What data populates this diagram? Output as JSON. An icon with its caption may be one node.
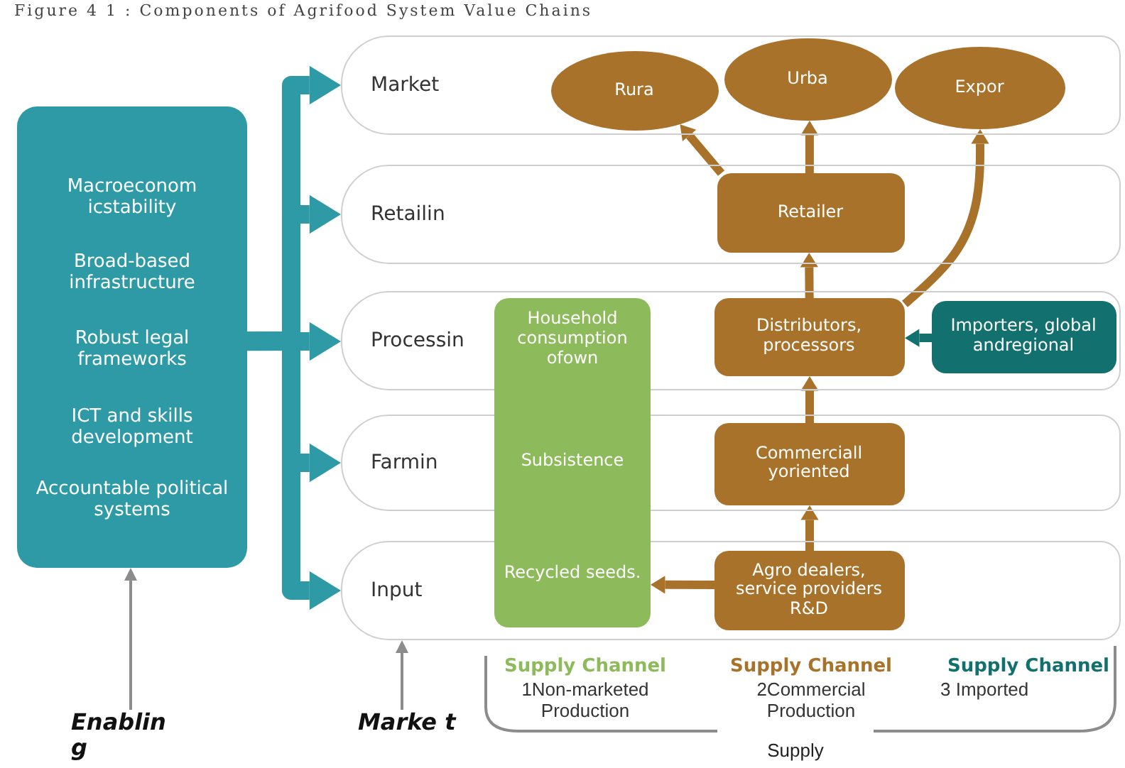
{
  "diagram": {
    "title": "Figure 4 1 : Components of Agrifood System Value Chains",
    "nodes": [
      {
        "text": [
          "Macroeconom icstability",
          "Broad-based infrastructure",
          "Robust legal frameworks",
          "ICT and skills development",
          "Accountable political systems"
        ]
      },
      {
        "text": [
          "Market"
        ]
      },
      {
        "text": [
          "Retailin"
        ]
      },
      {
        "text": [
          "Processin"
        ]
      },
      {
        "text": [
          "Farmin"
        ]
      },
      {
        "text": [
          "Input"
        ]
      },
      {
        "text": [
          "Rura"
        ],
        "in": 1
      },
      {
        "text": [
          "Urba"
        ],
        "in": 1
      },
      {
        "text": [
          "Expor"
        ],
        "in": 1
      },
      {
        "text": [
          "Retailer"
        ],
        "in": 2
      },
      {
        "text": [
          "Distributors, processors"
        ],
        "in": 3
      },
      {
        "text": [
          "Importers, global andregional"
        ],
        "in": 3
      },
      {
        "text": [
          "Commerciall yoriented"
        ],
        "in": 4
      },
      {
        "text": [
          "Agro dealers, service providers R&D"
        ],
        "in": 5
      },
      {
        "text": [
          "Household consumption ofown",
          "Subsistence",
          "Recycled seeds."
        ]
      },
      {
        "text": [
          "Enablin g"
        ]
      },
      {
        "text": [
          "Marke t"
        ]
      }
    ],
    "edges": [
      {
        "from": 0,
        "to": 1,
        "arrow": "to",
        "style": "thick",
        "color": "#2e9aa5"
      },
      {
        "from": 0,
        "to": 2,
        "arrow": "to",
        "style": "thick",
        "color": "#2e9aa5"
      },
      {
        "from": 0,
        "to": 3,
        "arrow": "to",
        "style": "thick",
        "color": "#2e9aa5"
      },
      {
        "from": 0,
        "to": 4,
        "arrow": "to",
        "style": "thick",
        "color": "#2e9aa5"
      },
      {
        "from": 0,
        "to": 5,
        "arrow": "to",
        "style": "thick",
        "color": "#2e9aa5"
      },
      {
        "from": 9,
        "to": 6,
        "arrow": "to"
      },
      {
        "from": 9,
        "to": 7,
        "arrow": "to"
      },
      {
        "from": 10,
        "to": 9,
        "arrow": "to"
      },
      {
        "from": 10,
        "to": 8,
        "arrow": "to"
      },
      {
        "from": 11,
        "to": 10,
        "arrow": "to",
        "color": "#12706e"
      },
      {
        "from": 12,
        "to": 10,
        "arrow": "to"
      },
      {
        "from": 13,
        "to": 12,
        "arrow": "to"
      },
      {
        "from": 13,
        "to": 14,
        "arrow": "to"
      },
      {
        "from": 15,
        "to": 0,
        "arrow": "to",
        "color": "#8c8c8c"
      },
      {
        "from": 16,
        "to": 5,
        "arrow": "to",
        "color": "#8c8c8c"
      }
    ],
    "labels": [
      "Supply Channel",
      "1Non-marketed Production",
      "Supply Channel",
      "2Commercial Production",
      "Supply Channel",
      "3 Imported",
      "Supply"
    ]
  }
}
